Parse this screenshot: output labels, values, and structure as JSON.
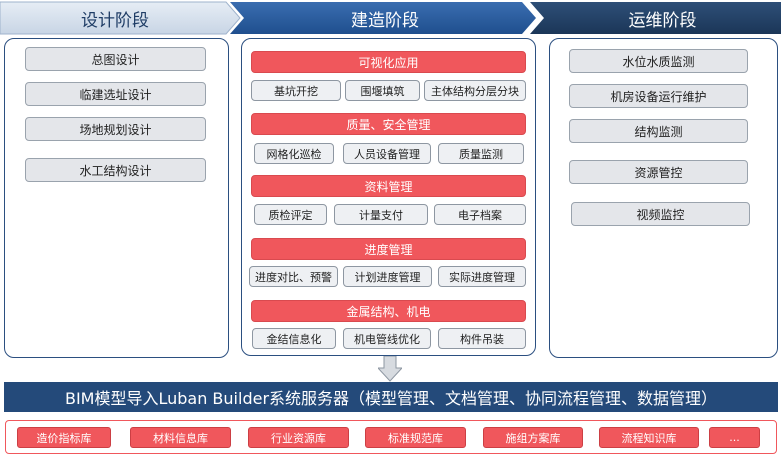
{
  "stages": {
    "design": "设计阶段",
    "build": "建造阶段",
    "ops": "运维阶段"
  },
  "design_items": [
    "总图设计",
    "临建选址设计",
    "场地规划设计",
    "水工结构设计"
  ],
  "build_groups": [
    {
      "title": "可视化应用",
      "items": [
        "基坑开挖",
        "围堰填筑",
        "主体结构分层分块"
      ]
    },
    {
      "title": "质量、安全管理",
      "items": [
        "网格化巡检",
        "人员设备管理",
        "质量监测"
      ]
    },
    {
      "title": "资料管理",
      "items": [
        "质检评定",
        "计量支付",
        "电子档案"
      ]
    },
    {
      "title": "进度管理",
      "items": [
        "进度对比、预警",
        "计划进度管理",
        "实际进度管理"
      ]
    },
    {
      "title": "金属结构、机电",
      "items": [
        "金结信息化",
        "机电管线优化",
        "构件吊装"
      ]
    }
  ],
  "ops_items": [
    "水位水质监测",
    "机房设备运行维护",
    "结构监测",
    "资源管控",
    "视频监控"
  ],
  "server_bar": "BIM模型导入Luban Builder系统服务器（模型管理、文档管理、协同流程管理、数据管理）",
  "libraries": [
    "造价指标库",
    "材料信息库",
    "行业资源库",
    "标准规范库",
    "施组方案库",
    "流程知识库",
    "..."
  ],
  "colors": {
    "navy": "#244a7a",
    "accent_red": "#f0575c",
    "light_stage": "#d6e0ec"
  }
}
